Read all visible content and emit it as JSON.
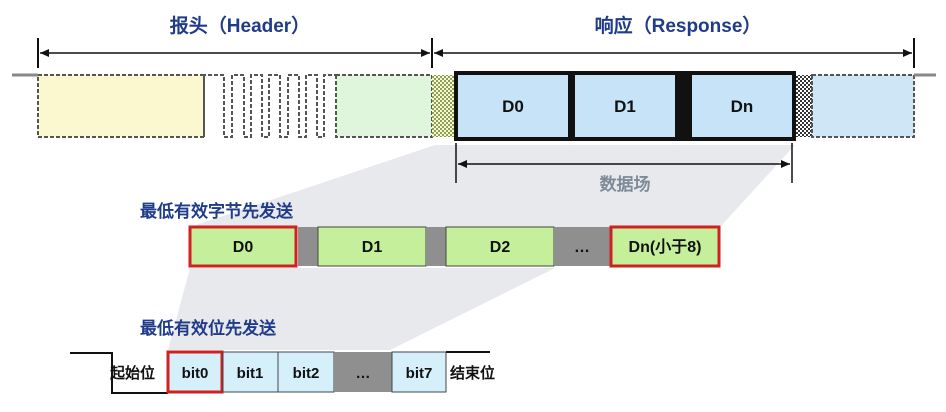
{
  "header_label": "报头（Header）",
  "response_label": "响应（Response）",
  "bytes": [
    "D0",
    "D1",
    "Dn"
  ],
  "data_field_label": "数据场",
  "byte_order_label": "最低有效字节先发送",
  "byte_row": [
    "D0",
    "D1",
    "D2",
    "…",
    "Dn(小于8)"
  ],
  "bit_order_label": "最低有效位先发送",
  "start_bit_label": "起始位",
  "bit_row": [
    "bit0",
    "bit1",
    "bit2",
    "…",
    "bit7"
  ],
  "stop_bit_label": "结束位",
  "colors": {
    "header_fill": "#fbf7cf",
    "header_tail_fill": "#dff5dc",
    "byte_blue": "#c6e3f7",
    "byte_green": "#c6ef9c",
    "highlight_red": "#d02020",
    "label_blue": "#1f3b8a"
  }
}
